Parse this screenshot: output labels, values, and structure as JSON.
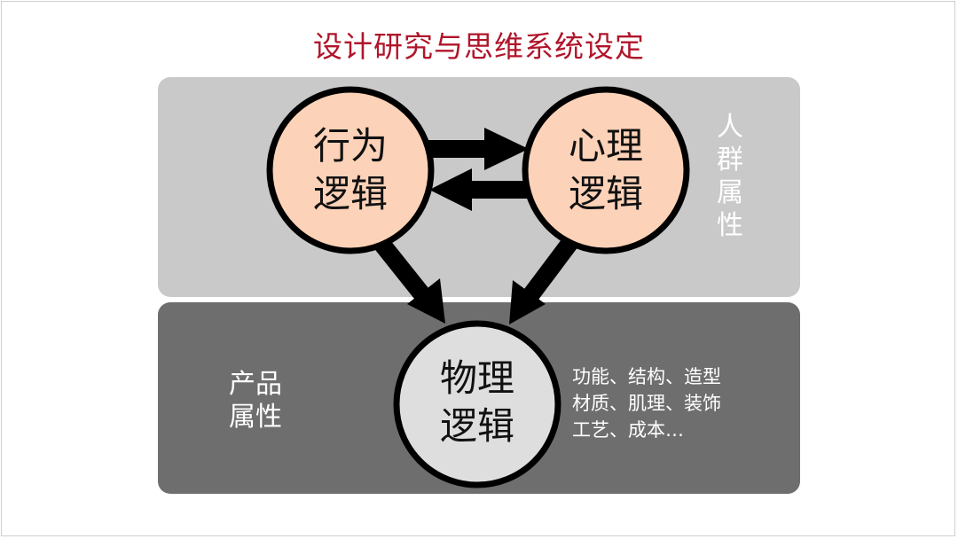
{
  "title": "设计研究与思维系统设定",
  "group_top": {
    "label": "人群属性"
  },
  "group_bottom": {
    "label_line1": "产品",
    "label_line2": "属性"
  },
  "nodes": {
    "behavior": {
      "line1": "行为",
      "line2": "逻辑"
    },
    "psychology": {
      "line1": "心理",
      "line2": "逻辑"
    },
    "physical": {
      "line1": "物理",
      "line2": "逻辑"
    }
  },
  "physical_desc": {
    "line1": "功能、结构、造型",
    "line2": "材质、肌理、装饰",
    "line3": "工艺、成本…"
  },
  "colors": {
    "title": "#b0152a",
    "panel_top": "#c9c9c9",
    "panel_bottom": "#6e6e6e",
    "node_fill_warm": "#fcd2b8",
    "node_fill_gray": "#dedede",
    "stroke": "#000000"
  }
}
